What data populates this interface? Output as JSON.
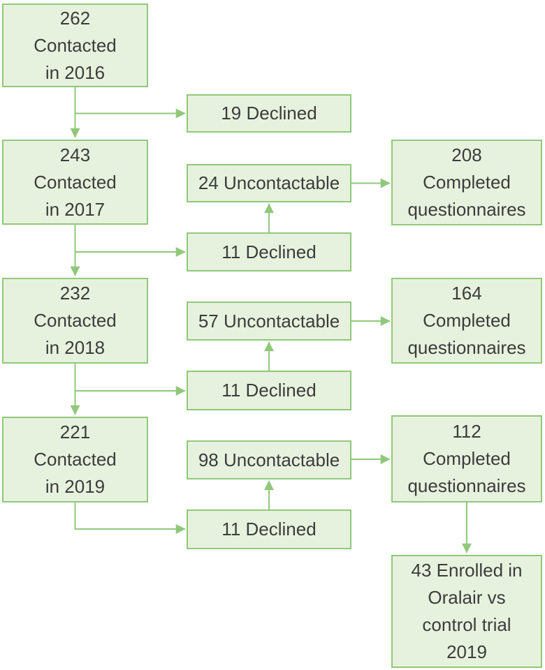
{
  "diagram_type": "recruitment-flowchart",
  "colors": {
    "background": "#ffffff",
    "box_fill": "#e7f2de",
    "box_border": "#90c87a",
    "arrow": "#90c87a",
    "text": "#3c3c3c"
  },
  "boxes": {
    "contacted_2016": "262\nContacted\nin 2016",
    "declined_2016": "19 Declined",
    "contacted_2017": "243\nContacted\nin 2017",
    "uncontactable_2017": "24 Uncontactable",
    "completed_2017": "208\nCompleted\nquestionnaires",
    "declined_2017": "11 Declined",
    "contacted_2018": "232\nContacted\nin 2018",
    "uncontactable_2018": "57 Uncontactable",
    "completed_2018": "164\nCompleted\nquestionnaires",
    "declined_2018": "11 Declined",
    "contacted_2019": "221\nContacted\nin 2019",
    "uncontactable_2019": "98 Uncontactable",
    "completed_2019": "112\nCompleted\nquestionnaires",
    "declined_2019": "11 Declined",
    "enrolled_2019": "43 Enrolled in\nOralair vs\ncontrol trial\n2019"
  },
  "edges": [
    {
      "from": "contacted_2016",
      "to": "declined_2016"
    },
    {
      "from": "contacted_2016",
      "to": "contacted_2017"
    },
    {
      "from": "contacted_2017",
      "to": "declined_2017"
    },
    {
      "from": "contacted_2017",
      "to": "contacted_2018"
    },
    {
      "from": "declined_2017",
      "to": "uncontactable_2017"
    },
    {
      "from": "uncontactable_2017",
      "to": "completed_2017"
    },
    {
      "from": "contacted_2018",
      "to": "declined_2018"
    },
    {
      "from": "contacted_2018",
      "to": "contacted_2019"
    },
    {
      "from": "declined_2018",
      "to": "uncontactable_2018"
    },
    {
      "from": "uncontactable_2018",
      "to": "completed_2018"
    },
    {
      "from": "contacted_2019",
      "to": "declined_2019"
    },
    {
      "from": "declined_2019",
      "to": "uncontactable_2019"
    },
    {
      "from": "uncontactable_2019",
      "to": "completed_2019"
    },
    {
      "from": "completed_2019",
      "to": "enrolled_2019"
    }
  ]
}
